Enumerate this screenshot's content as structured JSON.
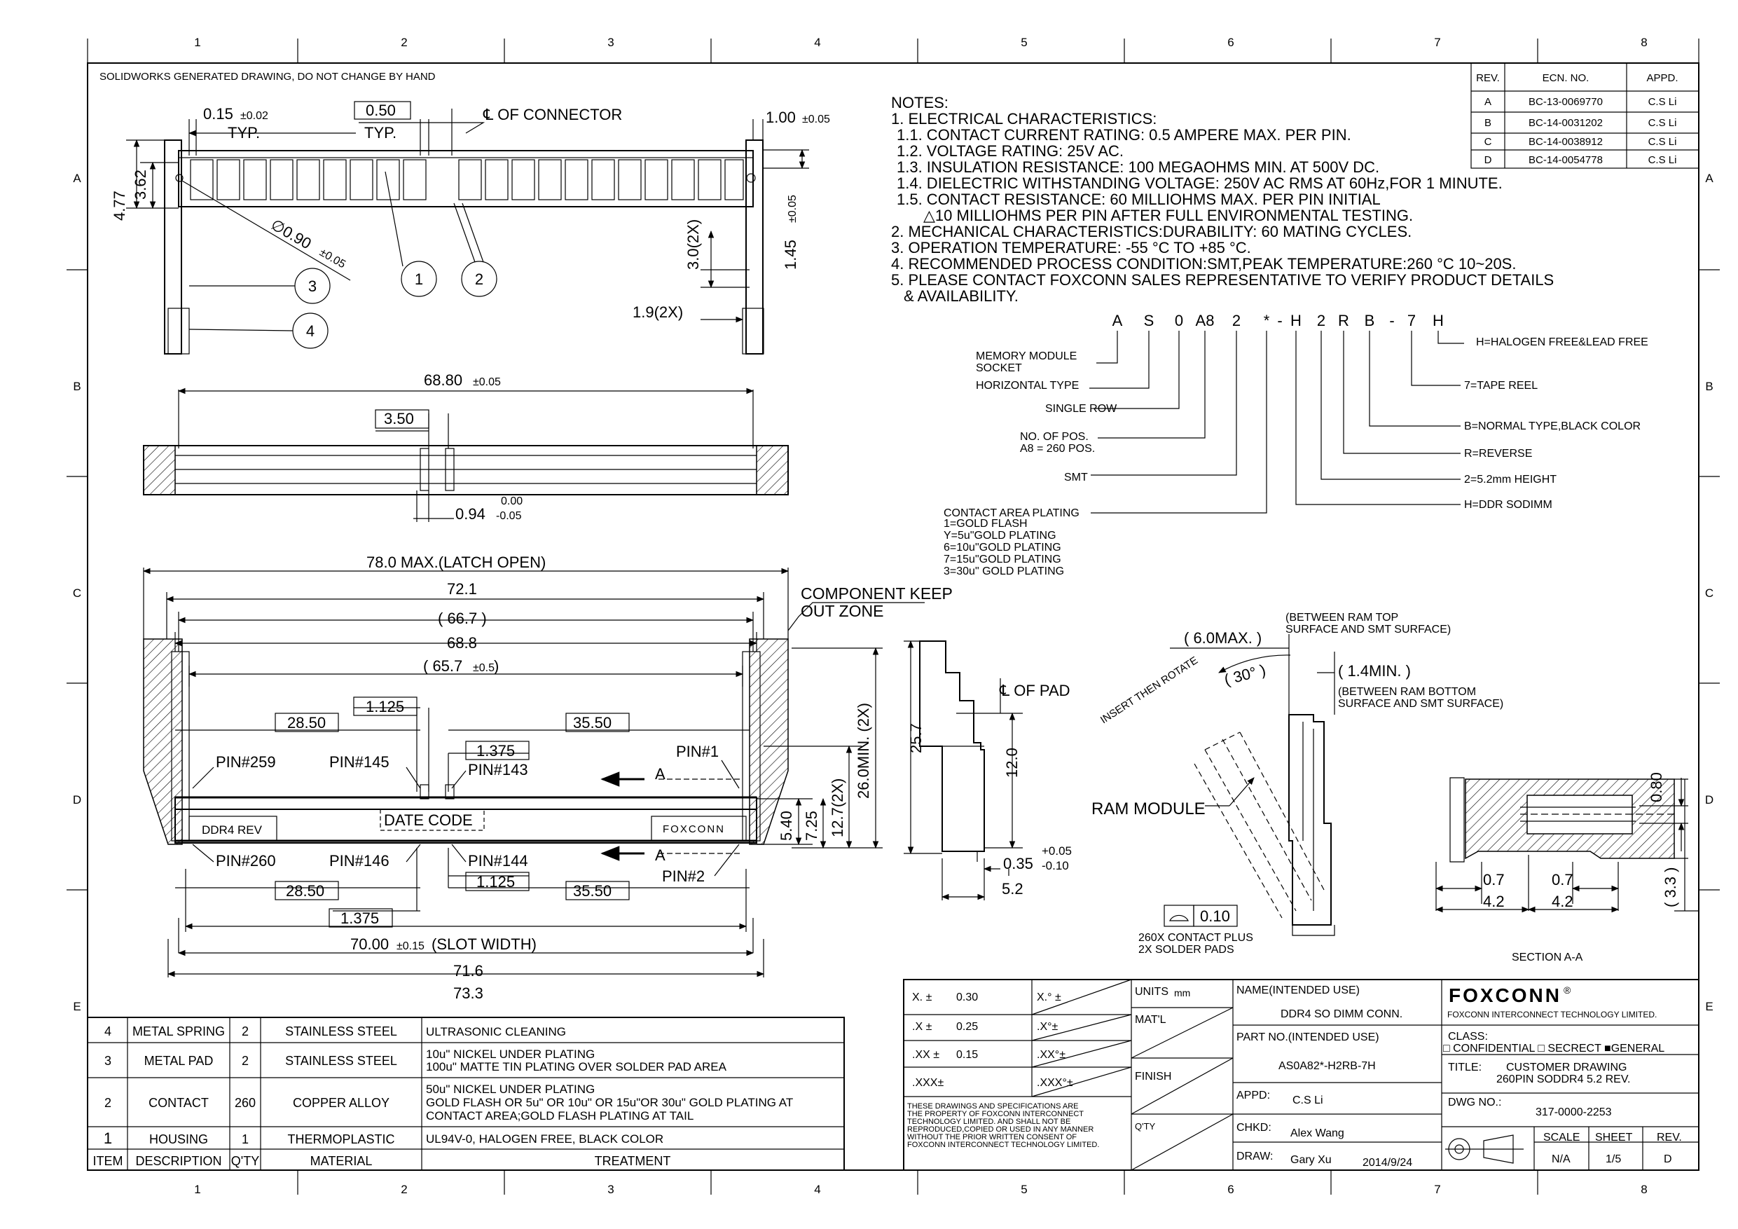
{
  "header_note": "SOLIDWORKS GENERATED DRAWING, DO NOT CHANGE BY HAND",
  "zone_cols": [
    "1",
    "2",
    "3",
    "4",
    "5",
    "6",
    "7",
    "8"
  ],
  "zone_rows": [
    "A",
    "B",
    "C",
    "D",
    "E"
  ],
  "revisions": {
    "headers": [
      "REV.",
      "ECN. NO.",
      "APPD."
    ],
    "rows": [
      [
        "A",
        "BC-13-0069770",
        "C.S Li"
      ],
      [
        "B",
        "BC-14-0031202",
        "C.S Li"
      ],
      [
        "C",
        "BC-14-0038912",
        "C.S Li"
      ],
      [
        "D",
        "BC-14-0054778",
        "C.S Li"
      ]
    ]
  },
  "notes": [
    "NOTES:",
    "1. ELECTRICAL CHARACTERISTICS:",
    "1.1. CONTACT CURRENT RATING: 0.5 AMPERE MAX. PER PIN.",
    "1.2. VOLTAGE RATING: 25V AC.",
    "1.3. INSULATION RESISTANCE: 100 MEGAOHMS MIN. AT 500V DC.",
    "1.4. DIELECTRIC WITHSTANDING VOLTAGE: 250V AC RMS AT 60Hz,FOR 1 MINUTE.",
    "1.5. CONTACT RESISTANCE: 60 MILLIOHMS MAX. PER PIN INITIAL",
    "△10 MILLIOHMS  PER PIN AFTER FULL ENVIRONMENTAL TESTING.",
    "2. MECHANICAL CHARACTERISTICS:DURABILITY: 60 MATING CYCLES.",
    "3. OPERATION TEMPERATURE:  -55 °C TO +85 °C.",
    "4. RECOMMENDED PROCESS CONDITION:SMT,PEAK TEMPERATURE:260 °C 10~20S.",
    "5. PLEASE CONTACT FOXCONN SALES REPRESENTATIVE TO VERIFY PRODUCT DETAILS",
    "& AVAILABILITY."
  ],
  "part_code": {
    "chars": [
      "A",
      "S",
      "0",
      "A8",
      "2",
      "*",
      "-",
      "H",
      "2",
      "R",
      "B",
      "-",
      "7",
      "H"
    ],
    "left_labels": [
      "MEMORY MODULE",
      "SOCKET",
      "HORIZONTAL TYPE",
      "SINGLE ROW",
      "NO. OF POS.",
      "A8 = 260 POS.",
      "SMT",
      "CONTACT AREA PLATING",
      "1=GOLD FLASH",
      "Y=5u\"GOLD PLATING",
      "6=10u\"GOLD PLATING",
      "7=15u\"GOLD PLATING",
      "3=30u\" GOLD PLATING"
    ],
    "right_labels": [
      "H=HALOGEN FREE&LEAD FREE",
      "7=TAPE REEL",
      "B=NORMAL TYPE,BLACK COLOR",
      "R=REVERSE",
      "2=5.2mm HEIGHT",
      "H=DDR SODIMM"
    ]
  },
  "top_view": {
    "dims": [
      "0.15",
      "±0.02",
      "TYP.",
      "0.50",
      "TYP.",
      "℄ OF CONNECTOR",
      "1.00",
      "±0.05",
      "4.77",
      "3.62",
      "∅0.90",
      "±0.05",
      "3.0(2X)",
      "1.45",
      "±0.05",
      "1.9(2X)"
    ],
    "balloons": [
      "1",
      "2",
      "3",
      "4"
    ]
  },
  "mid_view": {
    "dims": [
      "68.80",
      "±0.05",
      "3.50",
      "0.00",
      "0.94",
      "-0.05"
    ]
  },
  "main_view": {
    "dims": [
      "78.0 MAX.(LATCH OPEN)",
      "72.1",
      "( 66.7 )",
      "68.8",
      "( 65.7",
      "±0.5",
      ")",
      "1.125",
      "28.50",
      "35.50",
      "1.375",
      "28.50",
      "1.125",
      "35.50",
      "1.375",
      "70.00",
      "±0.15",
      "(SLOT WIDTH)",
      "71.6",
      "73.3",
      "26.0MIN. (2X)",
      "12.7(2X)",
      "7.25",
      "5.40"
    ],
    "labels": [
      "COMPONENT KEEP",
      "OUT ZONE",
      "PIN#259",
      "PIN#145",
      "PIN#143",
      "PIN#1",
      "PIN#260",
      "PIN#146",
      "PIN#144",
      "PIN#2",
      "DDR4 REV",
      "DATE CODE",
      "FOXCONN",
      "A",
      "A"
    ]
  },
  "side_view": {
    "dims": [
      "℄ OF PAD",
      "25.7",
      "12.0",
      "+0.05",
      "0.35",
      "-0.10",
      "5.2",
      "0.10",
      "260X CONTACT PLUS",
      "2X SOLDER PADS"
    ]
  },
  "insert_view": {
    "labels": [
      "( 6.0MAX. )",
      "(BETWEEN RAM TOP",
      "SURFACE AND SMT SURFACE)",
      "( 30° )",
      "INSERT THEN ROTATE",
      "( 1.4MIN. )",
      "(BETWEEN RAM BOTTOM",
      "SURFACE AND SMT SURFACE)",
      "RAM MODULE"
    ]
  },
  "section_view": {
    "labels": [
      "0.80",
      "0.7",
      "0.7",
      "4.2",
      "4.2",
      "( 3.3 )",
      "SECTION A-A"
    ]
  },
  "bom": {
    "headers": [
      "ITEM",
      "DESCRIPTION",
      "Q'TY",
      "MATERIAL",
      "TREATMENT"
    ],
    "rows": [
      {
        "item": "4",
        "desc": "METAL SPRING",
        "qty": "2",
        "material": "STAINLESS STEEL",
        "treatment": [
          "ULTRASONIC CLEANING"
        ]
      },
      {
        "item": "3",
        "desc": "METAL PAD",
        "qty": "2",
        "material": "STAINLESS STEEL",
        "treatment": [
          "10u\" NICKEL UNDER PLATING",
          "100u\" MATTE TIN PLATING OVER SOLDER PAD AREA"
        ]
      },
      {
        "item": "2",
        "desc": "CONTACT",
        "qty": "260",
        "material": "COPPER ALLOY",
        "treatment": [
          "50u\" NICKEL UNDER PLATING",
          "GOLD FLASH OR 5u\" OR 10u\" OR 15u\"OR 30u\" GOLD PLATING AT",
          "CONTACT AREA;GOLD FLASH PLATING AT TAIL"
        ]
      },
      {
        "item": "1",
        "desc": "HOUSING",
        "qty": "1",
        "material": "THERMOPLASTIC",
        "treatment": [
          "UL94V-0, HALOGEN FREE, BLACK COLOR"
        ]
      }
    ]
  },
  "title_block": {
    "tolerances": [
      [
        "X. ±",
        "0.30",
        "X.° ±"
      ],
      [
        ".X ±",
        "0.25",
        ".X°±"
      ],
      [
        ".XX  ±",
        "0.15",
        ".XX°±"
      ],
      [
        ".XXX±",
        "",
        ".XXX°±"
      ]
    ],
    "units_label": "UNITS",
    "units": "mm",
    "matl_label": "MAT'L",
    "finish_label": "FINISH",
    "qty_label": "Q'TY",
    "disclaimer": [
      "THESE DRAWINGS AND SPECIFICATIONS ARE",
      "THE PROPERTY OF FOXCONN INTERCONNECT",
      "TECHNOLOGY LIMITED. AND SHALL NOT BE",
      "REPRODUCED,COPIED OR USED IN ANY MANNER",
      "WITHOUT THE PRIOR WRITTEN CONSENT OF",
      "FOXCONN INTERCONNECT TECHNOLOGY LIMITED."
    ],
    "name_label": "NAME(INTENDED USE)",
    "name": "DDR4 SO DIMM CONN.",
    "partno_label": "PART NO.(INTENDED USE)",
    "partno": "AS0A82*-H2RB-7H",
    "appd_label": "APPD:",
    "appd": "C.S Li",
    "chkd_label": "CHKD:",
    "chkd": "Alex Wang",
    "draw_label": "DRAW:",
    "draw": "Gary Xu",
    "date": "2014/9/24",
    "company": "FOXCONN",
    "company_reg": "®",
    "company_full": "FOXCONN INTERCONNECT TECHNOLOGY LIMITED.",
    "class_label": "CLASS:",
    "class_options": "□ CONFIDENTIAL □ SECRECT ■GENERAL",
    "title_label": "TITLE:",
    "title_line1": "CUSTOMER DRAWING",
    "title_line2": "260PIN SODDR4 5.2 REV.",
    "dwg_label": "DWG NO.:",
    "dwg_no": "317-0000-2253",
    "scale_label": "SCALE",
    "scale": "N/A",
    "sheet_label": "SHEET",
    "sheet": "1/5",
    "rev_label": "REV.",
    "rev": "D"
  }
}
